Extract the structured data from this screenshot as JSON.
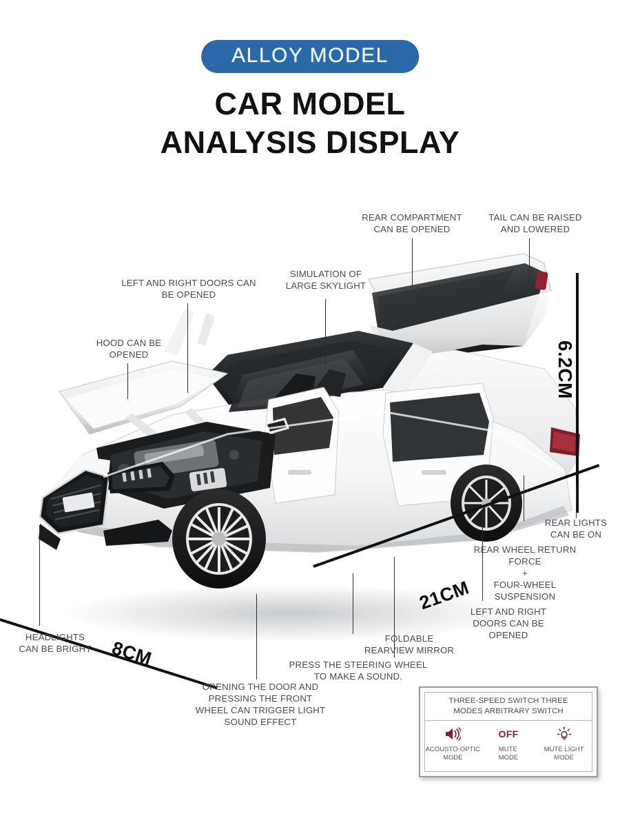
{
  "header": {
    "badge": "ALLOY MODEL",
    "title_line1": "CAR MODEL",
    "title_line2": "ANALYSIS DISPLAY",
    "badge_color": "#2a68a8"
  },
  "callouts": [
    {
      "id": "rear-compartment",
      "text": "REAR COMPARTMENT\nCAN BE OPENED"
    },
    {
      "id": "tail-raise-lower",
      "text": "TAIL CAN BE RAISED\nAND LOWERED"
    },
    {
      "id": "large-skylight",
      "text": "SIMULATION OF\nLARGE SKYLIGHT"
    },
    {
      "id": "left-right-doors-top",
      "text": "LEFT AND RIGHT DOORS CAN\nBE OPENED"
    },
    {
      "id": "hood-opened",
      "text": "HOOD CAN BE\nOPENED"
    },
    {
      "id": "rear-lights",
      "text": "REAR LIGHTS\nCAN BE ON"
    },
    {
      "id": "rear-wheel-suspension",
      "text": "REAR WHEEL RETURN\nFORCE\n+\nFOUR-WHEEL\nSUSPENSION"
    },
    {
      "id": "left-right-doors-bottom",
      "text": "LEFT AND RIGHT\nDOORS CAN BE\nOPENED"
    },
    {
      "id": "foldable-mirror",
      "text": "FOLDABLE\nREARVIEW MIRROR"
    },
    {
      "id": "steering-wheel-sound",
      "text": "PRESS THE STEERING WHEEL\nTO MAKE A SOUND."
    },
    {
      "id": "door-front-wheel-light-sound",
      "text": "OPENING THE DOOR AND\nPRESSING THE FRONT\nWHEEL CAN TRIGGER LIGHT\nSOUND EFFECT"
    },
    {
      "id": "headlights",
      "text": "HEADLIGHTS\nCAN BE BRIGHT"
    }
  ],
  "dimensions": {
    "height": "6.2CM",
    "length": "21CM",
    "width": "8CM"
  },
  "switch_panel": {
    "heading": "THREE-SPEED SWITCH THREE\nMODES ARBITRARY SWITCH",
    "accent_color": "#7d2130",
    "modes": [
      {
        "icon": "speaker-sound-icon",
        "icon_text": "",
        "label": "ACOUSTO-OPTIC\nMODE"
      },
      {
        "icon": "off-text-icon",
        "icon_text": "OFF",
        "label": "MUTE\nMODE"
      },
      {
        "icon": "light-bulb-icon",
        "icon_text": "",
        "label": "MUTE LIGHT\nMODE"
      }
    ]
  },
  "product": {
    "alt": "white alloy die-cast car model with open hood, doors and rear hatch"
  }
}
